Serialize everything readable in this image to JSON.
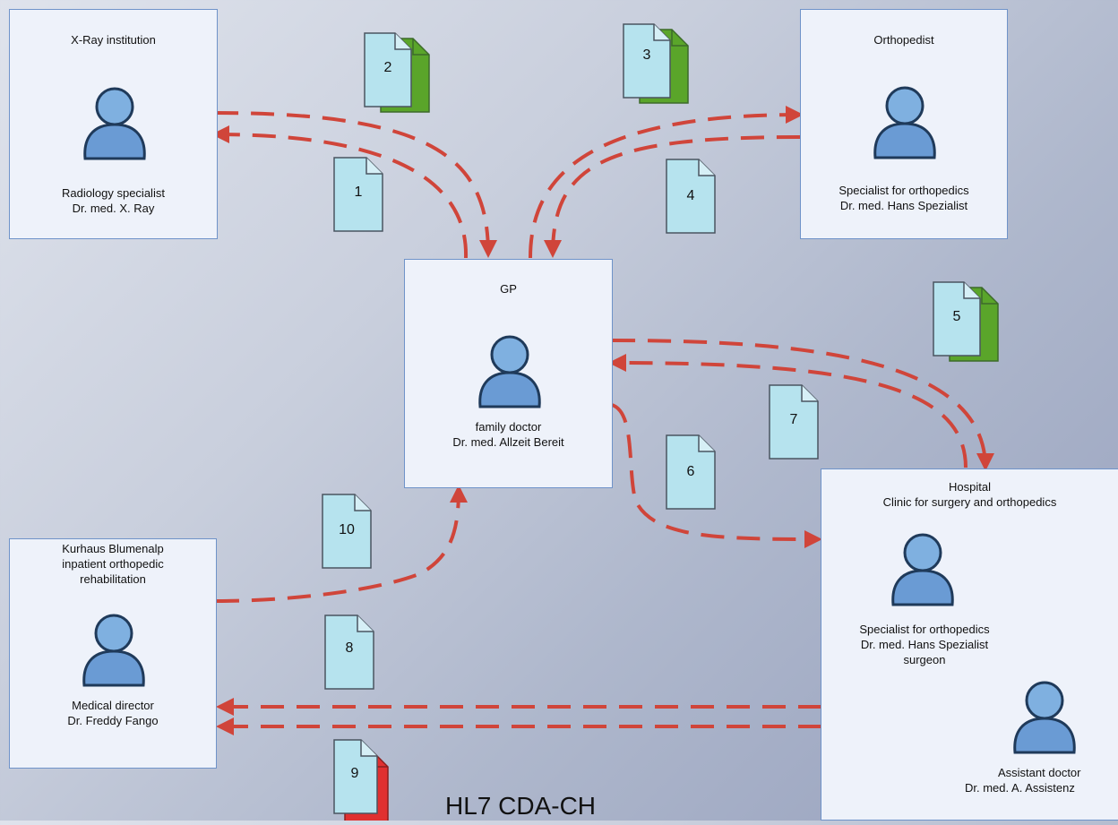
{
  "nodes": {
    "xray": {
      "title": "X-Ray institution",
      "role": "Radiology specialist",
      "person": "Dr. med. X. Ray"
    },
    "ortho": {
      "title": "Orthopedist",
      "role": "Specialist for orthopedics",
      "person": "Dr. med. Hans Spezialist"
    },
    "gp": {
      "title": "GP",
      "role": "family doctor",
      "person": "Dr. med. Allzeit Bereit"
    },
    "hospital": {
      "title_line1": "Hospital",
      "title_line2": "Clinic for surgery and orthopedics",
      "role": "Specialist for orthopedics",
      "person": "Dr. med. Hans Spezialist",
      "extra": "surgeon",
      "assistant_role": "Assistant doctor",
      "assistant_person": "Dr. med. A. Assistenz"
    },
    "rehab": {
      "title_line1": "Kurhaus Blumenalp",
      "title_line2": "inpatient orthopedic",
      "title_line3": "rehabilitation",
      "role": "Medical director",
      "person": "Dr. Freddy Fango"
    }
  },
  "documents": [
    "1",
    "2",
    "3",
    "4",
    "5",
    "6",
    "7",
    "8",
    "9",
    "10"
  ],
  "colors": {
    "arrow": "#d0453a",
    "doc_blue": "#b6e3ee",
    "doc_green": "#5aa52a",
    "doc_red": "#e03030",
    "person": "#6a9bd4"
  },
  "footer": {
    "title": "HL7 CDA-CH"
  }
}
